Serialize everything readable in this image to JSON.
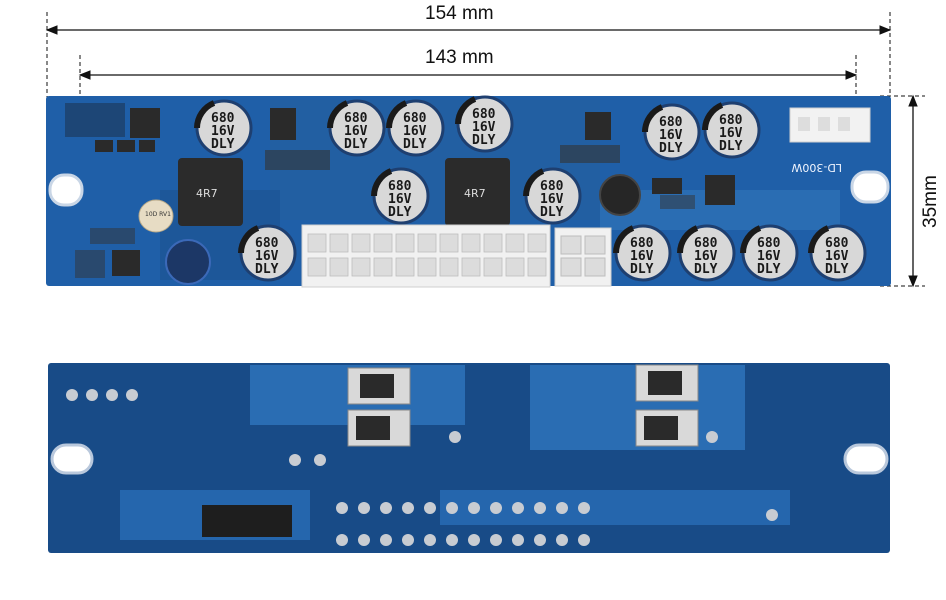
{
  "dimensions": {
    "overall_width": "154 mm",
    "hole_spacing": "143 mm",
    "board_height": "35mm"
  },
  "board": {
    "model_label": "LD-300W",
    "capacitor_marking": [
      "680",
      "16V",
      "DLY"
    ],
    "inductor_marking": "4R7",
    "varistor_marking": "10D RV1"
  },
  "colors": {
    "pcb_blue": "#1f5fa8",
    "pcb_dark": "#184b87",
    "connector_white": "#f1f1f1",
    "background": "#ffffff"
  }
}
